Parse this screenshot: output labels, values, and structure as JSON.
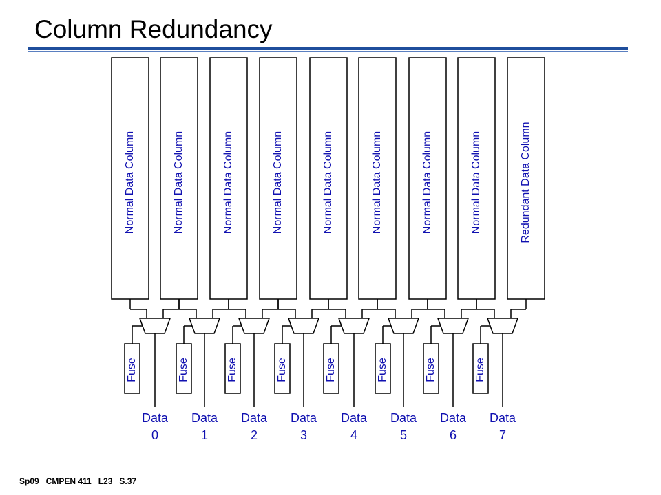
{
  "slide": {
    "title": "Column Redundancy",
    "footer": "Sp09   CMPEN 411   L23   S.37"
  },
  "diagram": {
    "columns": [
      "Normal Data Column",
      "Normal Data Column",
      "Normal Data Column",
      "Normal Data Column",
      "Normal Data Column",
      "Normal Data Column",
      "Normal Data Column",
      "Normal Data Column",
      "Redundant Data Column"
    ],
    "fuse_label": "Fuse",
    "data_label": "Data",
    "data_outputs": [
      "0",
      "1",
      "2",
      "3",
      "4",
      "5",
      "6",
      "7"
    ],
    "colors": {
      "stroke": "#000000",
      "text": "#1010b0",
      "rule": "#1f4e9c"
    }
  }
}
